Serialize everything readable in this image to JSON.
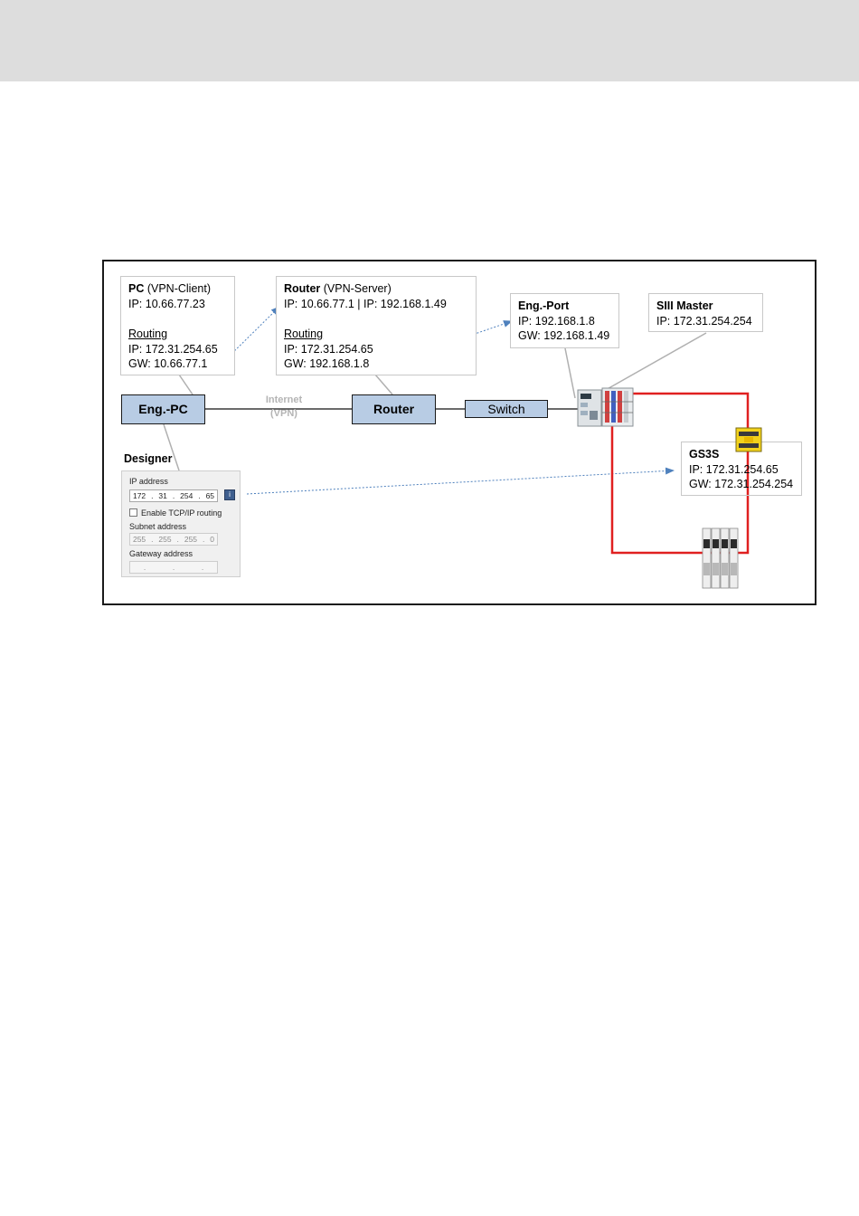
{
  "diagram": {
    "pc_box": {
      "title": "PC",
      "title_suffix": " (VPN-Client)",
      "ip": "IP:  10.66.77.23",
      "routing_heading": "Routing",
      "routing_ip": "IP:    172.31.254.65",
      "routing_gw": "GW: 10.66.77.1"
    },
    "router_box": {
      "title": "Router",
      "title_suffix": " (VPN-Server)",
      "ip": "IP:  10.66.77.1  |  IP: 192.168.1.49",
      "routing_heading": "Routing",
      "routing_ip": "IP:    172.31.254.65",
      "routing_gw": "GW: 192.168.1.8"
    },
    "eng_port_box": {
      "title": "Eng.-Port",
      "ip": "IP:    192.168.1.8",
      "gw": "GW: 192.168.1.49"
    },
    "siii_master_box": {
      "title": "SIII Master",
      "ip": "IP:  172.31.254.254"
    },
    "gs3s_box": {
      "title": "GS3S",
      "ip": "IP:    172.31.254.65",
      "gw": "GW: 172.31.254.254"
    },
    "nodes": {
      "eng_pc": "Eng.-PC",
      "router": "Router",
      "switch": "Switch"
    },
    "internet_label": "Internet",
    "vpn_label": "(VPN)",
    "designer": {
      "title": "Designer",
      "ip_address_label": "IP address",
      "ip_octets": [
        "172",
        "31",
        "254",
        "65"
      ],
      "enable_routing_label": "Enable TCP/IP routing",
      "subnet_label": "Subnet address",
      "subnet_octets": [
        "255",
        "255",
        "255",
        "0"
      ],
      "gateway_label": "Gateway address"
    },
    "colors": {
      "node_fill": "#b8cce4",
      "arrow": "#4f81bd",
      "sercos_ring": "#e02020",
      "header_band": "#dddddd"
    }
  }
}
